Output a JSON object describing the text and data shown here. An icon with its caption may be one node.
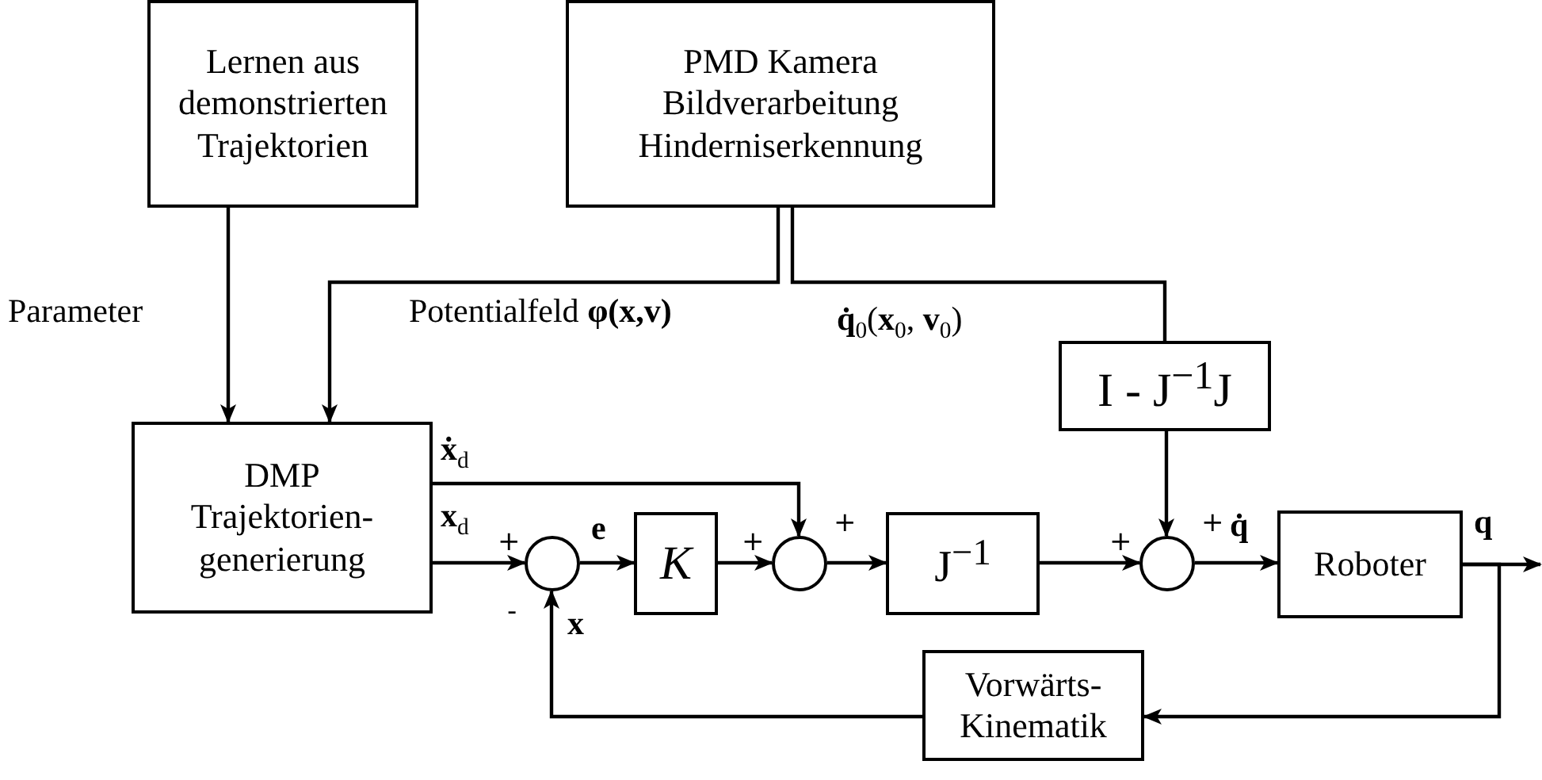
{
  "diagram": {
    "nodes": [
      {
        "text": [
          "Lernen aus demonstrierten Trajektorien"
        ]
      },
      {
        "text": [
          "PMD Kamera Bildverarbeitung Hinderniserkennung"
        ]
      },
      {
        "text": [
          "DMP Trajektorien-generierung"
        ]
      },
      {
        "text": [],
        "shape": "circle"
      },
      {
        "text": [
          "K"
        ]
      },
      {
        "text": [],
        "shape": "circle"
      },
      {
        "text": [
          "J$^{−1}$"
        ]
      },
      {
        "text": [
          "I - J$^{−1}$J"
        ]
      },
      {
        "text": [],
        "shape": "circle"
      },
      {
        "text": [
          "Roboter"
        ]
      },
      {
        "text": [
          "Vorwärts-Kinematik"
        ]
      }
    ],
    "edges": [
      {
        "from": 0,
        "to": 2,
        "arrow": "to",
        "label": "Parameter"
      },
      {
        "from": 1,
        "to": 2,
        "arrow": "to",
        "label": "Potentialfeld **φ(x,v)**"
      },
      {
        "from": 1,
        "to": 7,
        "arrow": "none",
        "label": "**q̇**$_{0}$(**x**$_{0}$, **v**$_{0}$)"
      },
      {
        "from": 2,
        "to": 5,
        "arrow": "to",
        "label": "**ẋ**$_{d}$"
      },
      {
        "from": 2,
        "to": 3,
        "arrow": "to",
        "label": "**x**$_{d}$"
      },
      {
        "from": 3,
        "to": 4,
        "arrow": "to",
        "label": "e"
      },
      {
        "from": 4,
        "to": 5,
        "arrow": "to"
      },
      {
        "from": 5,
        "to": 6,
        "arrow": "to"
      },
      {
        "from": 6,
        "to": 8,
        "arrow": "to"
      },
      {
        "from": 7,
        "to": 8,
        "arrow": "to"
      },
      {
        "from": 8,
        "to": 9,
        "arrow": "to",
        "label": "q̇"
      },
      {
        "from": 9,
        "to": null,
        "arrow": "to",
        "label": "q"
      },
      {
        "from": 9,
        "to": 10,
        "arrow": "to"
      },
      {
        "from": 10,
        "to": 3,
        "arrow": "to",
        "label": "x"
      }
    ],
    "labels": [
      "+",
      "-",
      "+",
      "+",
      "+",
      "+"
    ]
  }
}
